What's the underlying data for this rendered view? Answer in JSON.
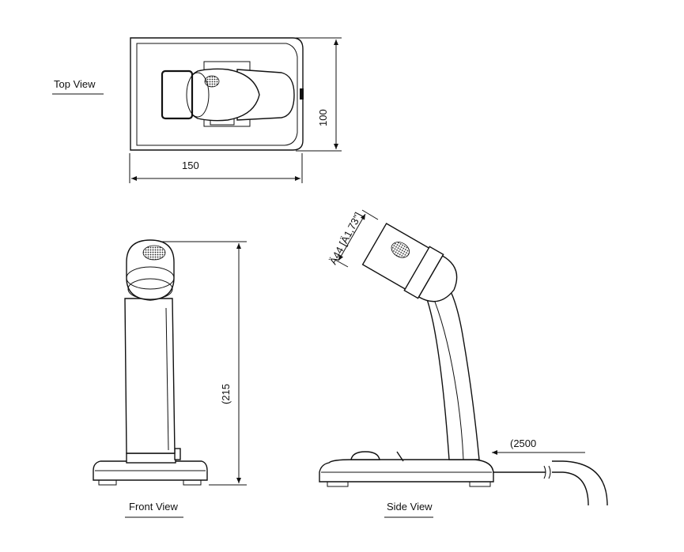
{
  "views": {
    "top": "Top View",
    "front": "Front View",
    "side": "Side View"
  },
  "dimensions": {
    "width": "150",
    "depth": "100",
    "height": "(215",
    "head_diameter": "Ä44 [Ä1,73\"]",
    "cable": "(2500"
  }
}
